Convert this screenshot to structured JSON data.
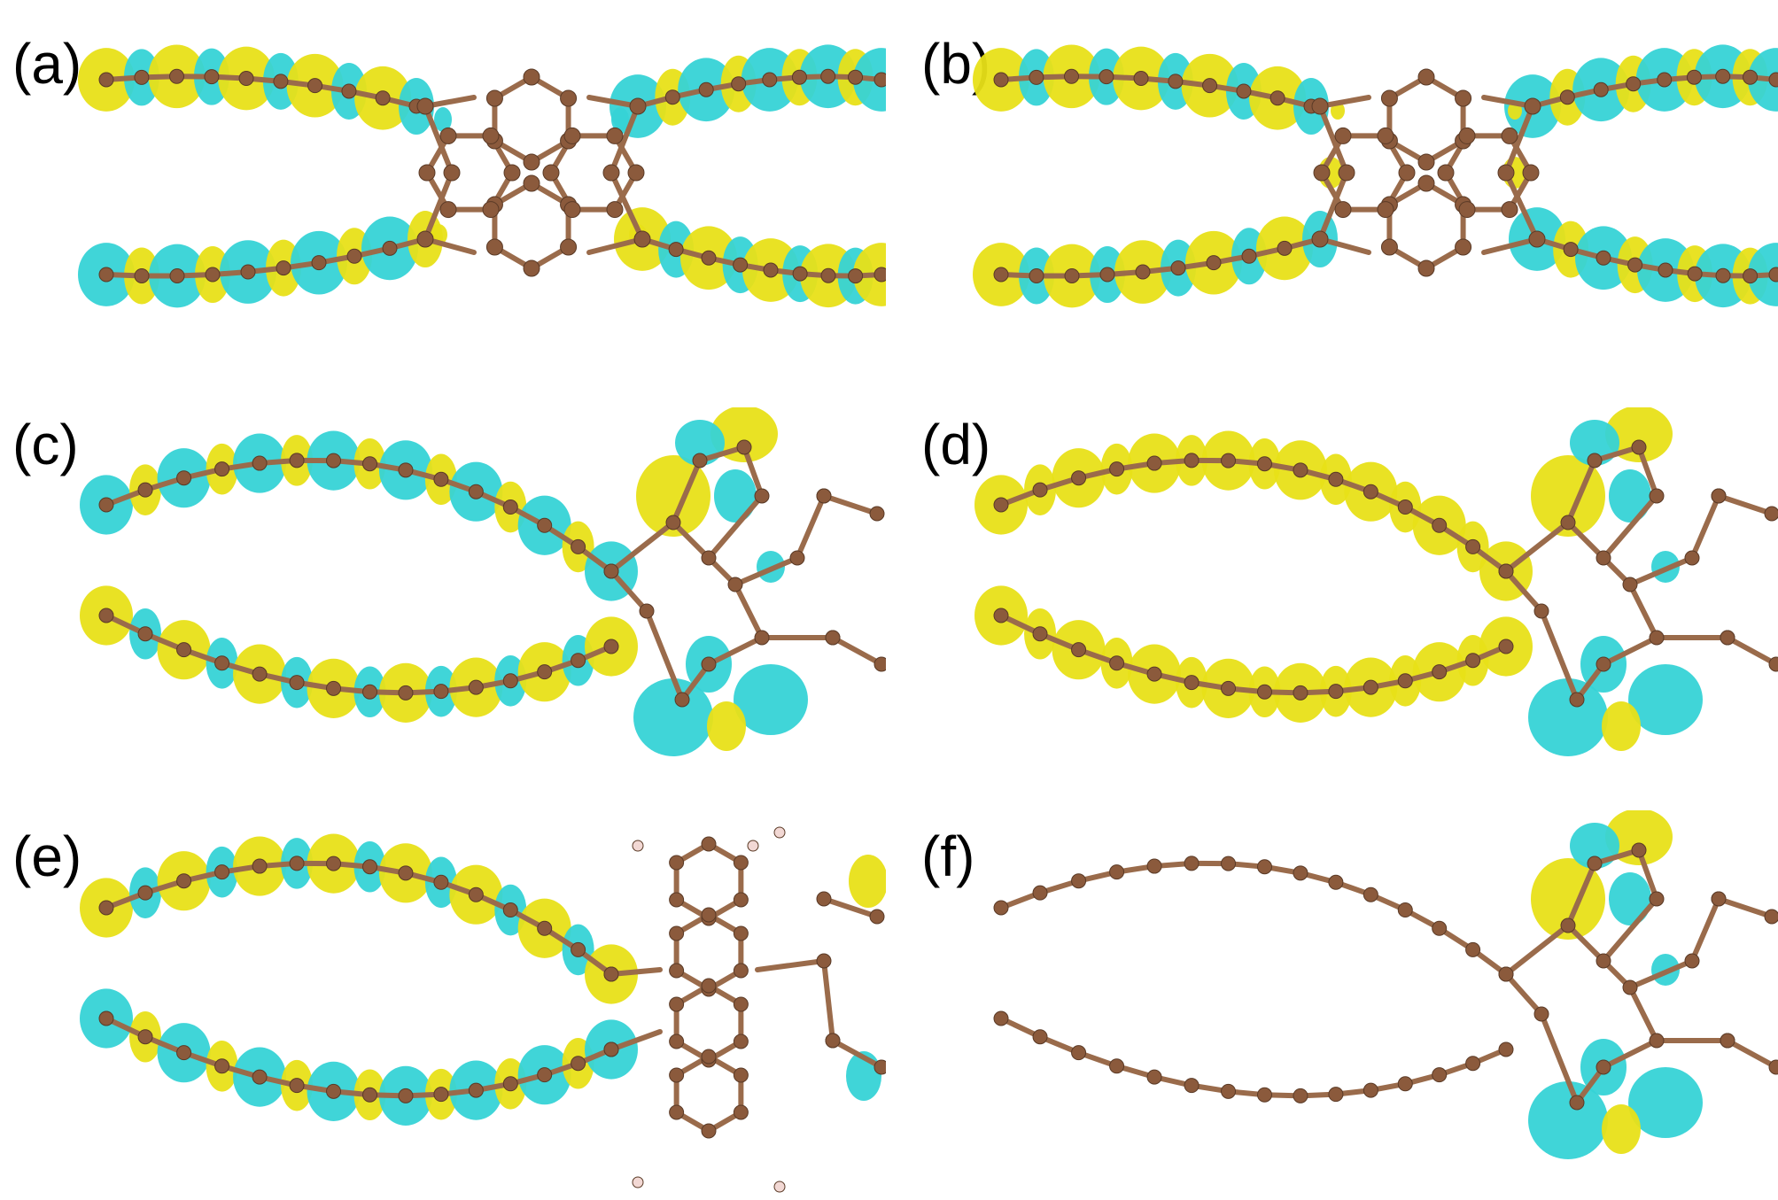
{
  "figure": {
    "panels": [
      {
        "id": "a",
        "label": "(a)"
      },
      {
        "id": "b",
        "label": "(b)"
      },
      {
        "id": "c",
        "label": "(c)"
      },
      {
        "id": "d",
        "label": "(d)"
      },
      {
        "id": "e",
        "label": "(e)"
      },
      {
        "id": "f",
        "label": "(f)"
      }
    ]
  },
  "colors": {
    "lobe_positive": "#e8e018",
    "lobe_negative": "#36d3d6",
    "carbon_atom": "#8b5a3c",
    "bond": "#9a6b4b",
    "hydrogen_atom": "#f2d8d4"
  }
}
